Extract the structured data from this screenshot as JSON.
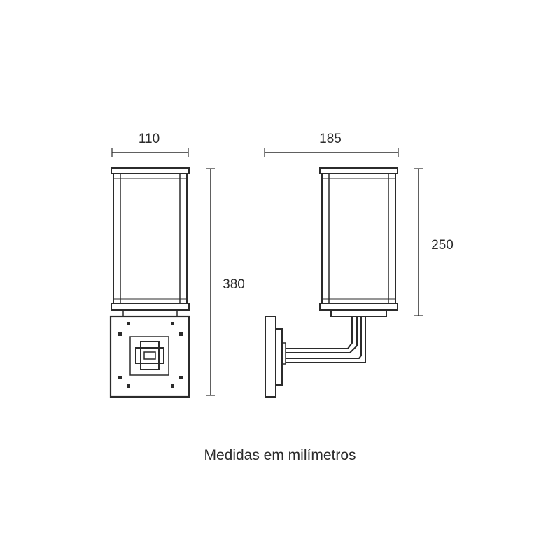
{
  "dimensions": {
    "front_width": "110",
    "side_width": "185",
    "total_height": "380",
    "lantern_height": "250"
  },
  "caption": "Medidas em milímetros",
  "colors": {
    "line": "#2b2b2b",
    "background": "#ffffff"
  }
}
